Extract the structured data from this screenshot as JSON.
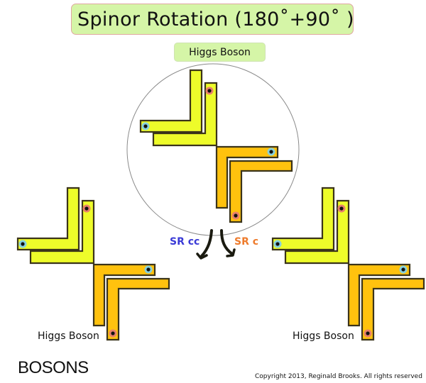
{
  "title": "Spinor Rotation (180˚+90˚ )",
  "top_label": "Higgs Boson",
  "colors": {
    "title_bg": "#d5f5a7",
    "yellow_piece": "#eefc2a",
    "orange_piece": "#ffc20e",
    "piece_outline": "#3b341a",
    "pin_red": "#e8806a",
    "pin_blue": "#86d0dc",
    "pin_core": "#111111",
    "sr_cc": "#3a3ad6",
    "sr_c": "#ee7b2c"
  },
  "groups": [
    {
      "id": "center",
      "caption": "",
      "in_circle": true
    },
    {
      "id": "left",
      "caption": "Higgs Boson",
      "in_circle": false
    },
    {
      "id": "right",
      "caption": "Higgs Boson",
      "in_circle": false
    }
  ],
  "rotation_labels": {
    "counter_clockwise": "SR  cc",
    "clockwise": "SR  c"
  },
  "footer": {
    "heading": "BOSONS",
    "copyright": "Copyright 2013, Reginald Brooks. All rights reserved"
  }
}
